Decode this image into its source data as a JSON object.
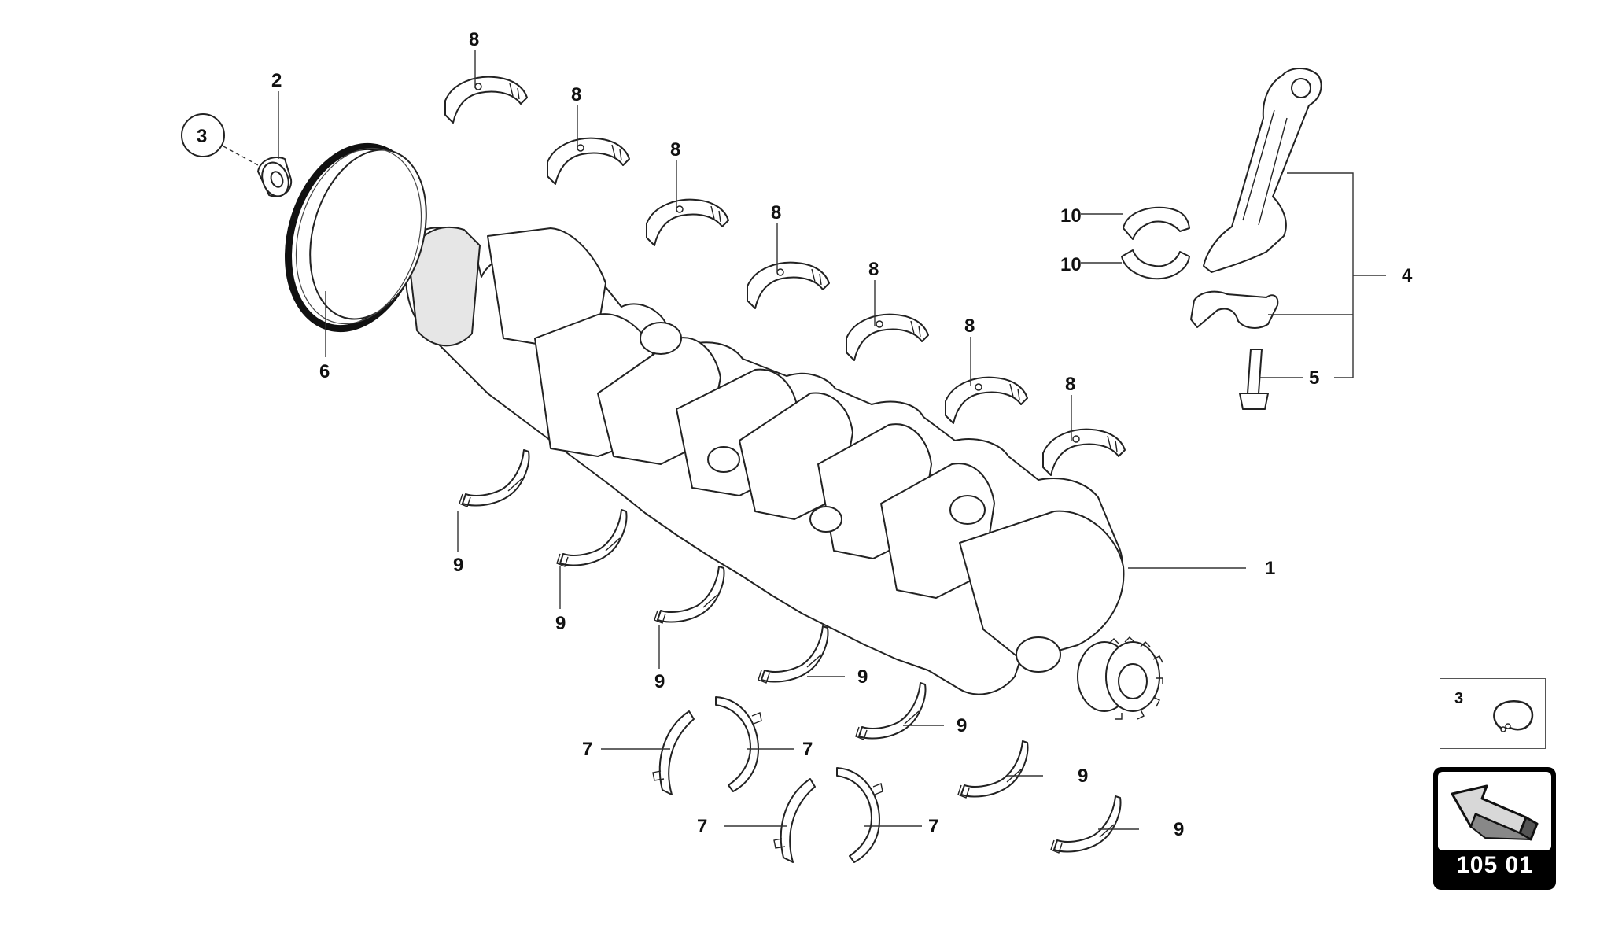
{
  "diagram": {
    "callouts": {
      "c1": "1",
      "c2": "2",
      "c3": "3",
      "c4": "4",
      "c5": "5",
      "c6": "6",
      "c7a": "7",
      "c7b": "7",
      "c7c": "7",
      "c7d": "7",
      "c8a": "8",
      "c8b": "8",
      "c8c": "8",
      "c8d": "8",
      "c8e": "8",
      "c8f": "8",
      "c8g": "8",
      "c9a": "9",
      "c9b": "9",
      "c9c": "9",
      "c9d": "9",
      "c9e": "9",
      "c9f": "9",
      "c9g": "9",
      "c10a": "10",
      "c10b": "10"
    }
  },
  "inset": {
    "label": "3"
  },
  "navigation": {
    "page_ref": "105 01",
    "arrow_icon": "arrow-up-left-icon"
  }
}
